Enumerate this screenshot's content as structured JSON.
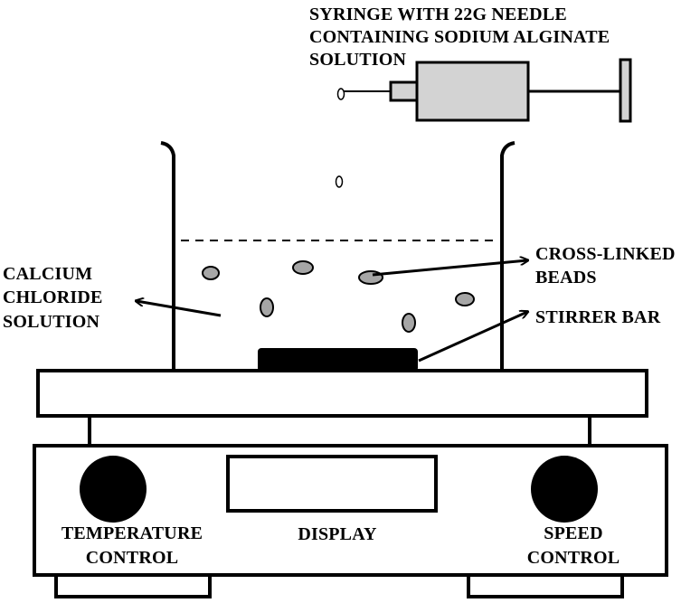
{
  "labels": {
    "syringe": [
      "SYRINGE WITH 22G NEEDLE",
      "CONTAINING SODIUM ALGINATE",
      "SOLUTION"
    ],
    "calcium": [
      "CALCIUM",
      "CHLORIDE",
      "SOLUTION"
    ],
    "beads": [
      "CROSS-LINKED",
      "BEADS"
    ],
    "stirrer": "STIRRER BAR",
    "temperature": [
      "TEMPERATURE",
      "CONTROL"
    ],
    "display": "DISPLAY",
    "speed": [
      "SPEED",
      "CONTROL"
    ]
  },
  "colors": {
    "ink": "#000000",
    "syringe_fill": "#d3d3d3",
    "bead_fill": "#a6a6a6",
    "background": "#ffffff"
  }
}
